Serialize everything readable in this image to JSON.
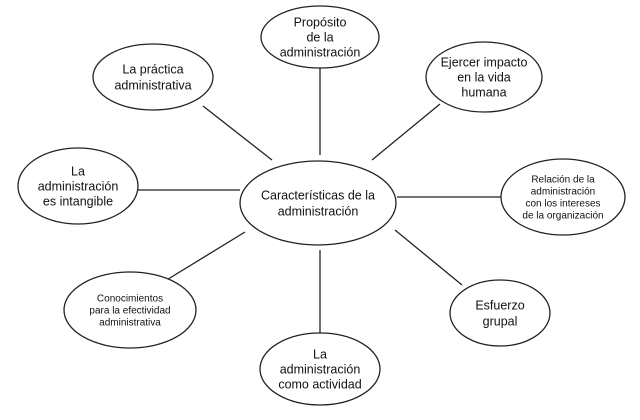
{
  "center": {
    "lines": [
      "Características de la",
      "administración"
    ]
  },
  "nodes": [
    {
      "id": "proposito",
      "lines": [
        "Propósito",
        "de la",
        "administración"
      ]
    },
    {
      "id": "practica",
      "lines": [
        "La práctica",
        "administrativa"
      ]
    },
    {
      "id": "impacto",
      "lines": [
        "Ejercer impacto",
        "en la vida",
        "humana"
      ]
    },
    {
      "id": "intangible",
      "lines": [
        "La",
        "administración",
        "es intangible"
      ]
    },
    {
      "id": "relacion",
      "lines": [
        "Relación de la",
        "administración",
        "con los intereses",
        "de la organización"
      ]
    },
    {
      "id": "conocimientos",
      "lines": [
        "Conocimientos",
        "para la efectividad",
        "administrativa"
      ]
    },
    {
      "id": "esfuerzo",
      "lines": [
        "Esfuerzo",
        "grupal"
      ]
    },
    {
      "id": "actividad",
      "lines": [
        "La",
        "administración",
        "como actividad"
      ]
    }
  ]
}
